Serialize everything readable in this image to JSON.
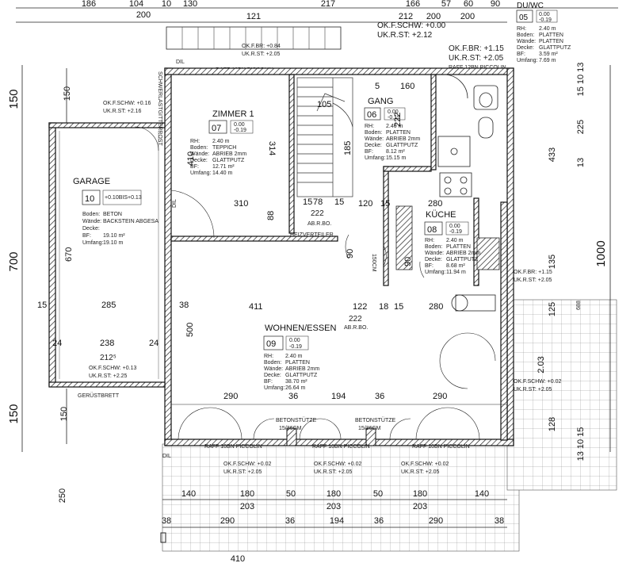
{
  "rooms": {
    "duwc": {
      "name": "DU/WC",
      "number": "05",
      "levels": [
        "0.00",
        "-0.19"
      ],
      "labels": [
        "RH:",
        "Boden:",
        "Wände:",
        "Decke:",
        "BF:",
        "Umfang:"
      ],
      "values": [
        "2.40 m",
        "PLATTEN",
        "PLATTEN",
        "GLATTPUTZ",
        "3.59 m²",
        "7.69 m"
      ]
    },
    "zimmer": {
      "name": "ZIMMER 1",
      "number": "07",
      "levels": [
        "0.00",
        "-0.19"
      ],
      "labels": [
        "RH:",
        "Boden:",
        "Wände:",
        "Decke:",
        "BF:",
        "Umfang:"
      ],
      "values": [
        "2.40 m",
        "TEPPICH",
        "ABRIEB 2mm",
        "GLATTPUTZ",
        "12.71 m²",
        "14.40 m"
      ]
    },
    "gang": {
      "name": "GANG",
      "number": "06",
      "levels": [
        "0.00",
        "-0.19"
      ],
      "labels": [
        "RH:",
        "Boden:",
        "Wände:",
        "Decke:",
        "BF:",
        "Umfang:"
      ],
      "values": [
        "2.40 m",
        "PLATTEN",
        "ABRIEB 2mm",
        "GLATTPUTZ",
        "8.12 m²",
        "15.15 m"
      ]
    },
    "garage": {
      "name": "GARAGE",
      "number": "10",
      "levels": [
        "+0.10BIS+0.13"
      ],
      "labels": [
        "Boden:",
        "Wände:",
        "Decke:",
        "BF:",
        "Umfang:"
      ],
      "values": [
        "BETON",
        "BACKSTEIN ABGESA",
        "",
        "19.10 m²",
        "19.10 m"
      ]
    },
    "kueche": {
      "name": "KÜCHE",
      "number": "08",
      "levels": [
        "0.00",
        "-0.19"
      ],
      "labels": [
        "RH:",
        "Boden:",
        "Wände:",
        "Decke:",
        "BF:",
        "Umfang:"
      ],
      "values": [
        "2.40 m",
        "PLATTEN",
        "ABRIEB 2mm",
        "GLATTPUTZ",
        "8.68 m²",
        "11.94 m"
      ]
    },
    "wohnen": {
      "name": "WOHNEN/ESSEN",
      "number": "09",
      "levels": [
        "0.00",
        "-0.19"
      ],
      "labels": [
        "RH:",
        "Boden:",
        "Wände:",
        "Decke:",
        "BF:",
        "Umfang:"
      ],
      "values": [
        "2.40 m",
        "PLATTEN",
        "ABRIEB 2mm",
        "GLATTPUTZ",
        "38.70 m²",
        "26.64 m"
      ]
    }
  },
  "annotations": {
    "ok_schw_top": "OK.F.SCHW: +0.00",
    "uk_rst_top": "UK.R.ST: +2.12",
    "ok_br_084": "OK.F.BR: +0.84",
    "uk_rst_205": "UK.R.ST: +2.05",
    "ok_br_115": "OK.F.BR: +1.15",
    "uk_rst_205b": "UK.R.ST: +2.05",
    "raff_12bn": "RAFF 12BN PICCOLIN",
    "raff_10bn": "RAFF 10BN PICCOLIN",
    "ok_schw_016": "OK.F.SCHW: +0.16",
    "uk_rst_216": "UK.R.ST: +2.16",
    "ok_schw_013": "OK.F.SCHW: +0.13",
    "uk_rst_225": "UK.R.ST: +2.25",
    "ok_schw_002": "OK.F.SCHW: +0.02",
    "heizverteiler": "HEIZVERTEILER",
    "abrbo": "AB.R.BO.",
    "betonstuetze": "BETONSTÜTZE",
    "betonstuetze_size": "15/36CM",
    "geruestbrett": "GERÜSTBRETT",
    "dil": "DIL",
    "schwerlast": "SCHWERLASTGITTERROST",
    "val_222": "222",
    "val_2125": "212⁵"
  },
  "dims_top": [
    "186",
    "104",
    "10",
    "130",
    "200",
    "217",
    "166",
    "57",
    "60",
    "90",
    "200",
    "121",
    "212"
  ],
  "dims_left": [
    "150",
    "700",
    "150"
  ],
  "dims_right": [
    "1000",
    "225",
    "433",
    "15 10 13",
    "13",
    "135",
    "125",
    "128",
    "2.03",
    "688",
    "13 10 15"
  ],
  "dims_bottom": [
    "140",
    "180",
    "50",
    "180",
    "50",
    "180",
    "140",
    "203",
    "203",
    "203",
    "38",
    "290",
    "36",
    "194",
    "36",
    "290",
    "38",
    "250",
    "410"
  ],
  "dims_inner": [
    "150",
    "410",
    "310",
    "314",
    "185",
    "105",
    "222",
    "78",
    "15",
    "120",
    "280",
    "670",
    "285",
    "38",
    "411",
    "122",
    "18",
    "15",
    "280",
    "238",
    "24",
    "500",
    "290",
    "36",
    "194",
    "36",
    "290",
    "88",
    "90",
    "160",
    "5",
    "150CM"
  ]
}
